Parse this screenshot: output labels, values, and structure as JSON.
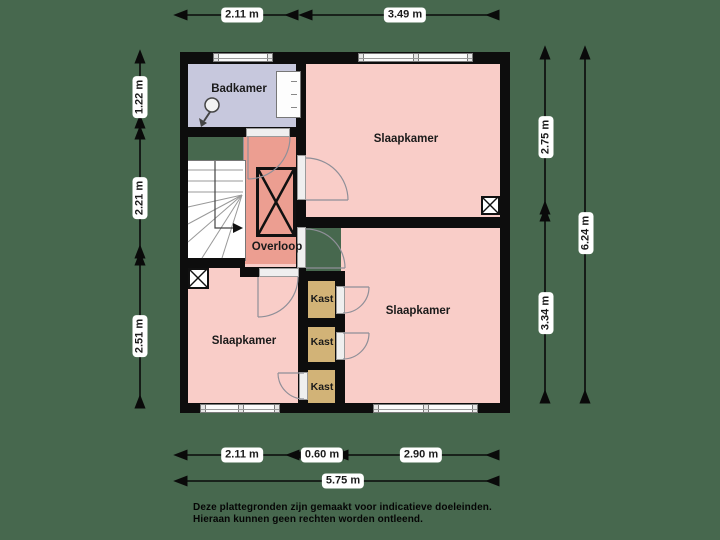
{
  "floorplan": {
    "rooms": {
      "badkamer": "Badkamer",
      "slaapkamer_top_right": "Slaapkamer",
      "overloop": "Overloop",
      "slaapkamer_bottom_left": "Slaapkamer",
      "slaapkamer_bottom_right": "Slaapkamer",
      "kast_1": "Kast",
      "kast_2": "Kast",
      "kast_3": "Kast"
    },
    "dimensions": {
      "top": [
        "2.11 m",
        "3.49 m"
      ],
      "left": [
        "1.22 m",
        "2.21 m",
        "2.51 m"
      ],
      "right": [
        "2.75 m",
        "3.34 m",
        "6.24 m"
      ],
      "bottom": [
        "2.11 m",
        "0.60 m",
        "2.90 m",
        "5.75 m"
      ]
    },
    "disclaimer": [
      "Deze plattegronden zijn gemaakt voor indicatieve doeleinden.",
      "Hieraan kunnen geen rechten worden ontleend."
    ],
    "colors": {
      "background": "#47684e",
      "wall": "#0d0d0d",
      "bedroom": "#f9cdc8",
      "landing": "#ec9e91",
      "bathroom": "#c7c8dd",
      "closet": "#d2b377",
      "stairs": "#ffffff",
      "dimension_label_bg": "#ffffff",
      "dimension_text": "#1a1a1a"
    }
  }
}
